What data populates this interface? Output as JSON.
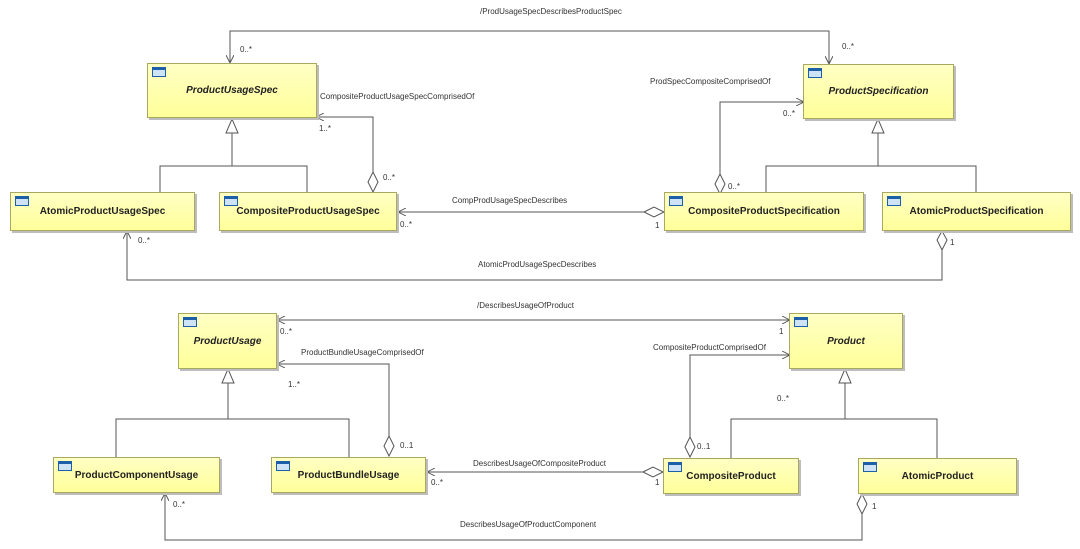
{
  "classes": {
    "product_usage_spec": "ProductUsageSpec",
    "product_specification": "ProductSpecification",
    "atomic_product_usage_spec": "AtomicProductUsageSpec",
    "composite_product_usage_spec": "CompositeProductUsageSpec",
    "composite_product_specification": "CompositeProductSpecification",
    "atomic_product_specification": "AtomicProductSpecification",
    "product_usage": "ProductUsage",
    "product": "Product",
    "product_component_usage": "ProductComponentUsage",
    "product_bundle_usage": "ProductBundleUsage",
    "composite_product": "CompositeProduct",
    "atomic_product": "AtomicProduct"
  },
  "associations": {
    "prod_usage_spec_describes_product_spec": "/ProdUsageSpecDescribesProductSpec",
    "composite_product_usage_spec_comprised_of": "CompositeProductUsageSpecComprisedOf",
    "prod_spec_composite_comprised_of": "ProdSpecCompositeComprisedOf",
    "comp_prod_usage_spec_describes": "CompProdUsageSpecDescribes",
    "atomic_prod_usage_spec_describes": "AtomicProdUsageSpecDescribes",
    "describes_usage_of_product": "/DescribesUsageOfProduct",
    "product_bundle_usage_comprised_of": "ProductBundleUsageComprisedOf",
    "composite_product_comprised_of": "CompositeProductComprisedOf",
    "describes_usage_of_composite_product": "DescribesUsageOfCompositeProduct",
    "describes_usage_of_product_component": "DescribesUsageOfProductComponent"
  },
  "multiplicities": {
    "zero_many": "0..*",
    "one_many": "1..*",
    "one": "1",
    "zero_one": "0..1"
  },
  "colors": {
    "class_fill_top": "#ffffc4",
    "class_fill_bottom": "#ffff9a",
    "class_border": "#a8a860",
    "line": "#555555",
    "icon_blue": "#1d5fa8"
  }
}
